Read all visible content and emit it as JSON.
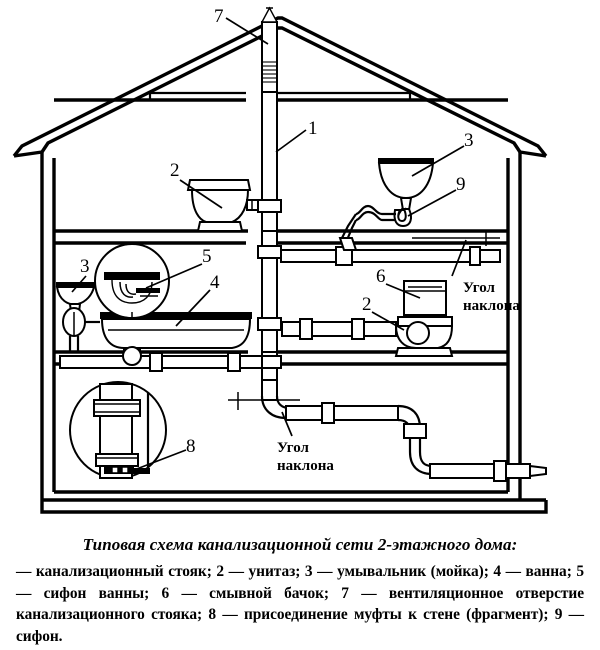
{
  "figure": {
    "alt_title": "Типовая схема канализационной сети 2-этажного дома",
    "callouts": [
      {
        "id": "1",
        "label": "1",
        "target": "канализационный стояк"
      },
      {
        "id": "2_upper",
        "label": "2",
        "target": "унитаз (2-й этаж)"
      },
      {
        "id": "3_upper",
        "label": "3",
        "target": "умывальник (2-й этаж)"
      },
      {
        "id": "9",
        "label": "9",
        "target": "сифон умывальника"
      },
      {
        "id": "7",
        "label": "7",
        "target": "вентиляционное отверстие стояка"
      },
      {
        "id": "3_lower",
        "label": "3",
        "target": "умывальник (1-й этаж)"
      },
      {
        "id": "5",
        "label": "5",
        "target": "сифон ванны"
      },
      {
        "id": "4",
        "label": "4",
        "target": "ванна"
      },
      {
        "id": "6",
        "label": "6",
        "target": "смывной бачок"
      },
      {
        "id": "2_lower",
        "label": "2",
        "target": "унитаз (1-й этаж)"
      },
      {
        "id": "8",
        "label": "8",
        "target": "присоединение муфты к стене"
      }
    ],
    "annotations": [
      {
        "id": "angle_right",
        "line1": "Угол",
        "line2": "наклона"
      },
      {
        "id": "angle_left",
        "line1": "Угол",
        "line2": "наклона"
      }
    ]
  },
  "caption": {
    "title": "Типовая схема канализационной сети 2-этажного дома:",
    "body": "— канализационный стояк; 2 — унитаз; 3 — умывальник (мойка); 4 — ванна; 5 — сифон ванны; 6 — смывной бачок; 7 — вентиляционное отверстие канализационного стояка; 8 — присоединение муфты к стене (фрагмент); 9 — сифон."
  },
  "colors": {
    "ink": "#000000",
    "paper": "#ffffff"
  }
}
